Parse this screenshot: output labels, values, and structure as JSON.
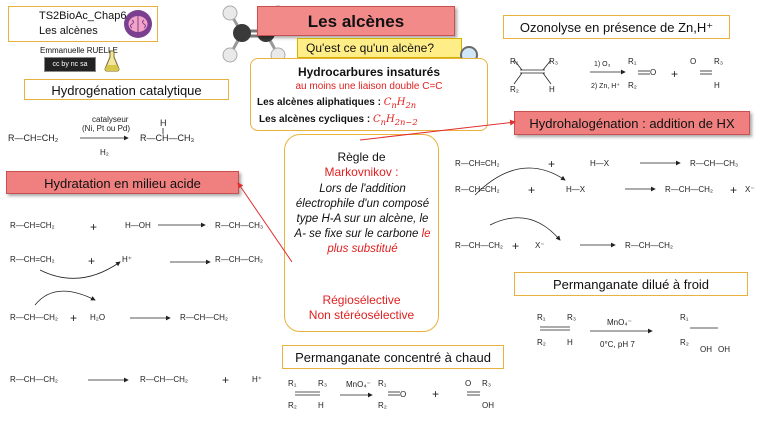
{
  "header": {
    "course": "TS2BioAc_Chap6",
    "subtitle": "Les alcènes",
    "author": "Emmanuelle RUELLE",
    "main_title": "Les alcènes",
    "license": "cc by nc sa"
  },
  "question": {
    "title": "Qu'est ce qu'un alcène?",
    "def_title": "Hydrocarbures insaturés",
    "def_sub": "au moins une liaison double C=C",
    "aliph_label": "Les alcènes aliphatiques :",
    "aliph_formula": "CnH2n",
    "cycl_label": "Les alcènes cycliques :",
    "cycl_formula": "CnH2n−2"
  },
  "sections": {
    "hydrogenation": "Hydrogénation catalytique",
    "hydration": "Hydratation en milieu acide",
    "ozonolysis": "Ozonolyse en présence de Zn,H⁺",
    "hydrohalogenation": "Hydrohalogénation : addition de HX",
    "permanganate_cold": "Permanganate dilué à froid",
    "permanganate_hot": "Permanganate concentré à chaud"
  },
  "markovnikov": {
    "line1": "Règle de",
    "line2": "Markovnikov :",
    "body": "Lors de l'addition électrophile d'un composé type H-A sur un alcène, le A- se fixe sur le carbone",
    "emph": "le plus substitué",
    "tag1": "Régiosélective",
    "tag2": "Non stéréosélective"
  },
  "reactions": {
    "hydrogenation": {
      "reactant": "R—CH=CH₂",
      "cat1": "catalyseur",
      "cat2": "(Ni, Pt ou Pd)",
      "reagent": "H₂",
      "product": "R—CH—CH₃",
      "h": "H"
    },
    "ozonolysis": {
      "cond1": "1) O₃",
      "cond2": "2) Zn, H⁺",
      "plus": "+"
    },
    "perm_cold": {
      "reagent": "MnO₄⁻",
      "cond": "0°C, pH 7"
    },
    "perm_hot": {
      "reagent": "MnO₄⁻"
    }
  }
}
